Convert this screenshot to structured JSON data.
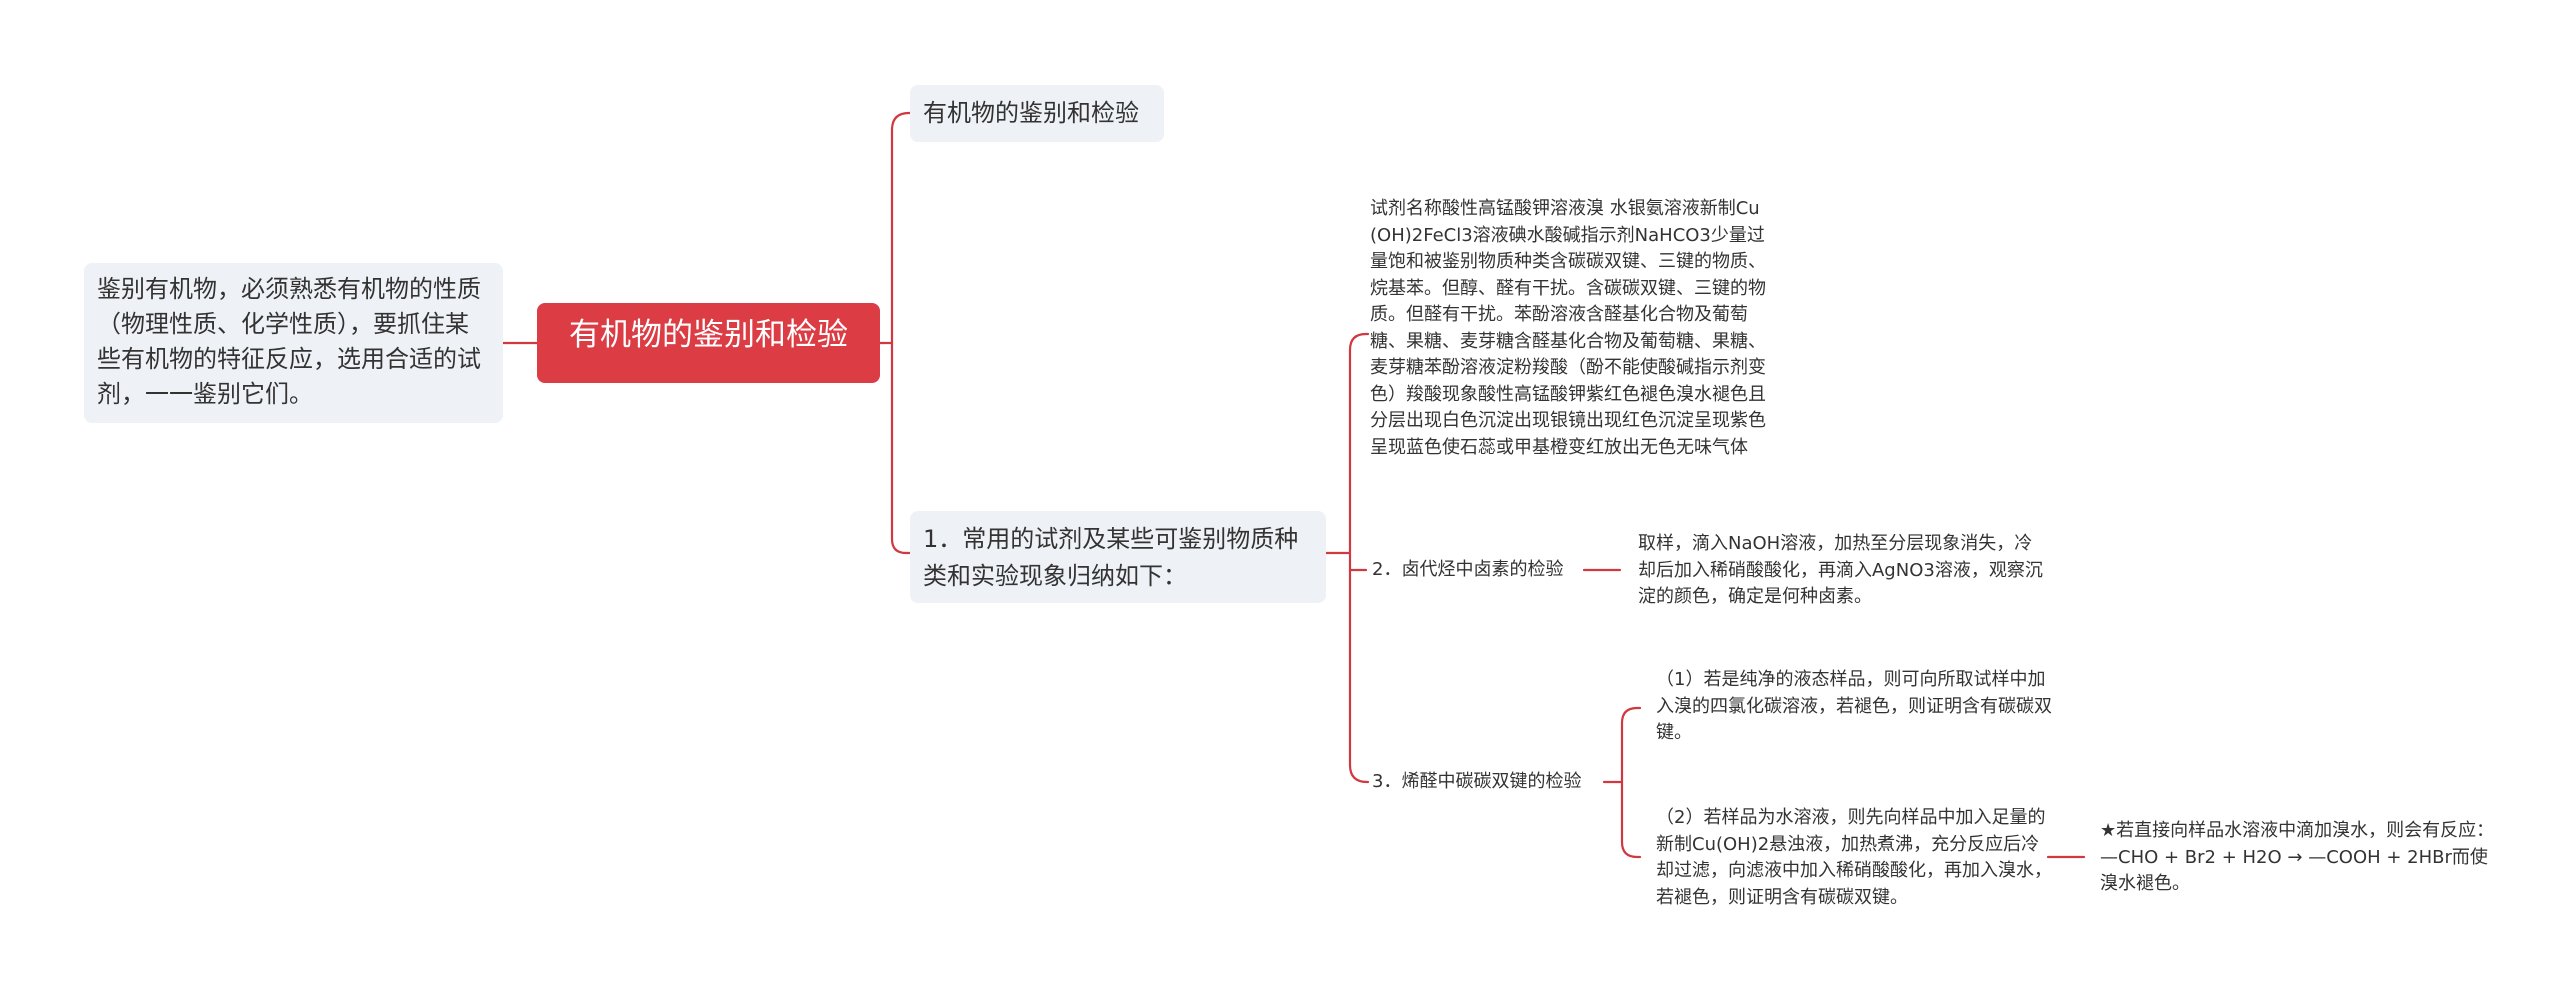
{
  "colors": {
    "root_fill": "#dc3c44",
    "root_text": "#ffffff",
    "box_fill": "#eef1f5",
    "text": "#333333",
    "connector": "#d0393f"
  },
  "mindmap": {
    "root": "有机物的鉴别和检验",
    "summary": "鉴别有机物，必须熟悉有机物的性质（物理性质、化学性质），要抓住某些有机物的特征反应，选用合适的试剂，一一鉴别它们。",
    "branches": [
      {
        "label": "有机物的鉴别和检验"
      },
      {
        "label": "1．常用的试剂及某些可鉴别物质种类和实验现象归纳如下：",
        "children": [
          {
            "label": "试剂名称酸性高锰酸钾溶液溴 水银氨溶液新制Cu(OH)2FeCl3溶液碘水酸碱指示剂NaHCO3少量过量饱和被鉴别物质种类含碳碳双键、三键的物质、烷基苯。但醇、醛有干扰。含碳碳双键、三键的物质。但醛有干扰。苯酚溶液含醛基化合物及葡萄糖、果糖、麦芽糖含醛基化合物及葡萄糖、果糖、麦芽糖苯酚溶液淀粉羧酸（酚不能使酸碱指示剂变色）羧酸现象酸性高锰酸钾紫红色褪色溴水褪色且分层出现白色沉淀出现银镜出现红色沉淀呈现紫色呈现蓝色使石蕊或甲基橙变红放出无色无味气体"
          },
          {
            "label": "2．卤代烃中卤素的检验",
            "children": [
              {
                "label": "取样，滴入NaOH溶液，加热至分层现象消失，冷却后加入稀硝酸酸化，再滴入AgNO3溶液，观察沉淀的颜色，确定是何种卤素。"
              }
            ]
          },
          {
            "label": "3．烯醛中碳碳双键的检验",
            "children": [
              {
                "label": "（1）若是纯净的液态样品，则可向所取试样中加入溴的四氯化碳溶液，若褪色，则证明含有碳碳双键。"
              },
              {
                "label": "（2）若样品为水溶液，则先向样品中加入足量的新制Cu(OH)2悬浊液，加热煮沸，充分反应后冷却过滤，向滤液中加入稀硝酸酸化，再加入溴水，若褪色，则证明含有碳碳双键。",
                "children": [
                  {
                    "label": "★若直接向样品水溶液中滴加溴水，则会有反应：—CHO + Br2 + H2O → —COOH + 2HBr而使溴水褪色。"
                  }
                ]
              }
            ]
          }
        ]
      }
    ]
  }
}
